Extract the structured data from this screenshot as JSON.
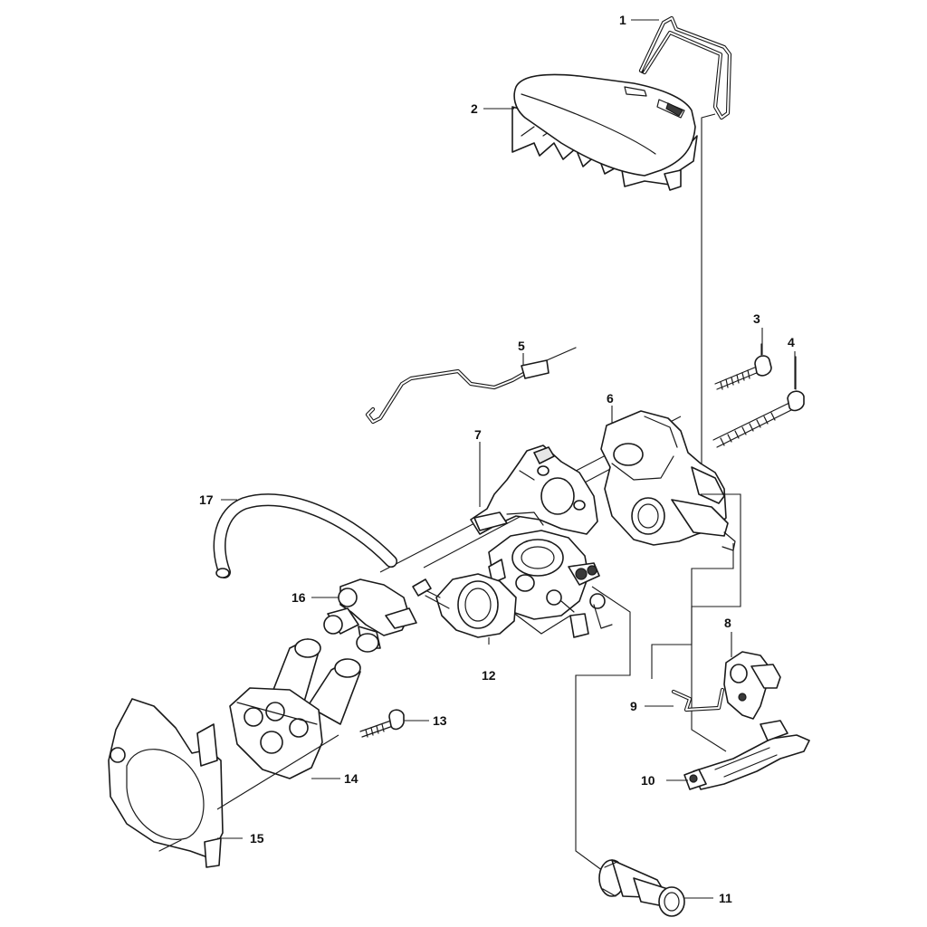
{
  "diagram": {
    "callouts": [
      {
        "id": "1",
        "label": "1"
      },
      {
        "id": "2",
        "label": "2"
      },
      {
        "id": "3",
        "label": "3"
      },
      {
        "id": "4",
        "label": "4"
      },
      {
        "id": "5",
        "label": "5"
      },
      {
        "id": "6",
        "label": "6"
      },
      {
        "id": "7",
        "label": "7"
      },
      {
        "id": "8",
        "label": "8"
      },
      {
        "id": "9",
        "label": "9"
      },
      {
        "id": "10",
        "label": "10"
      },
      {
        "id": "11",
        "label": "11"
      },
      {
        "id": "12",
        "label": "12"
      },
      {
        "id": "13",
        "label": "13"
      },
      {
        "id": "14",
        "label": "14"
      },
      {
        "id": "15",
        "label": "15"
      },
      {
        "id": "16",
        "label": "16"
      },
      {
        "id": "17",
        "label": "17"
      }
    ],
    "line_color": "#1a1a1a",
    "background": "#ffffff"
  }
}
